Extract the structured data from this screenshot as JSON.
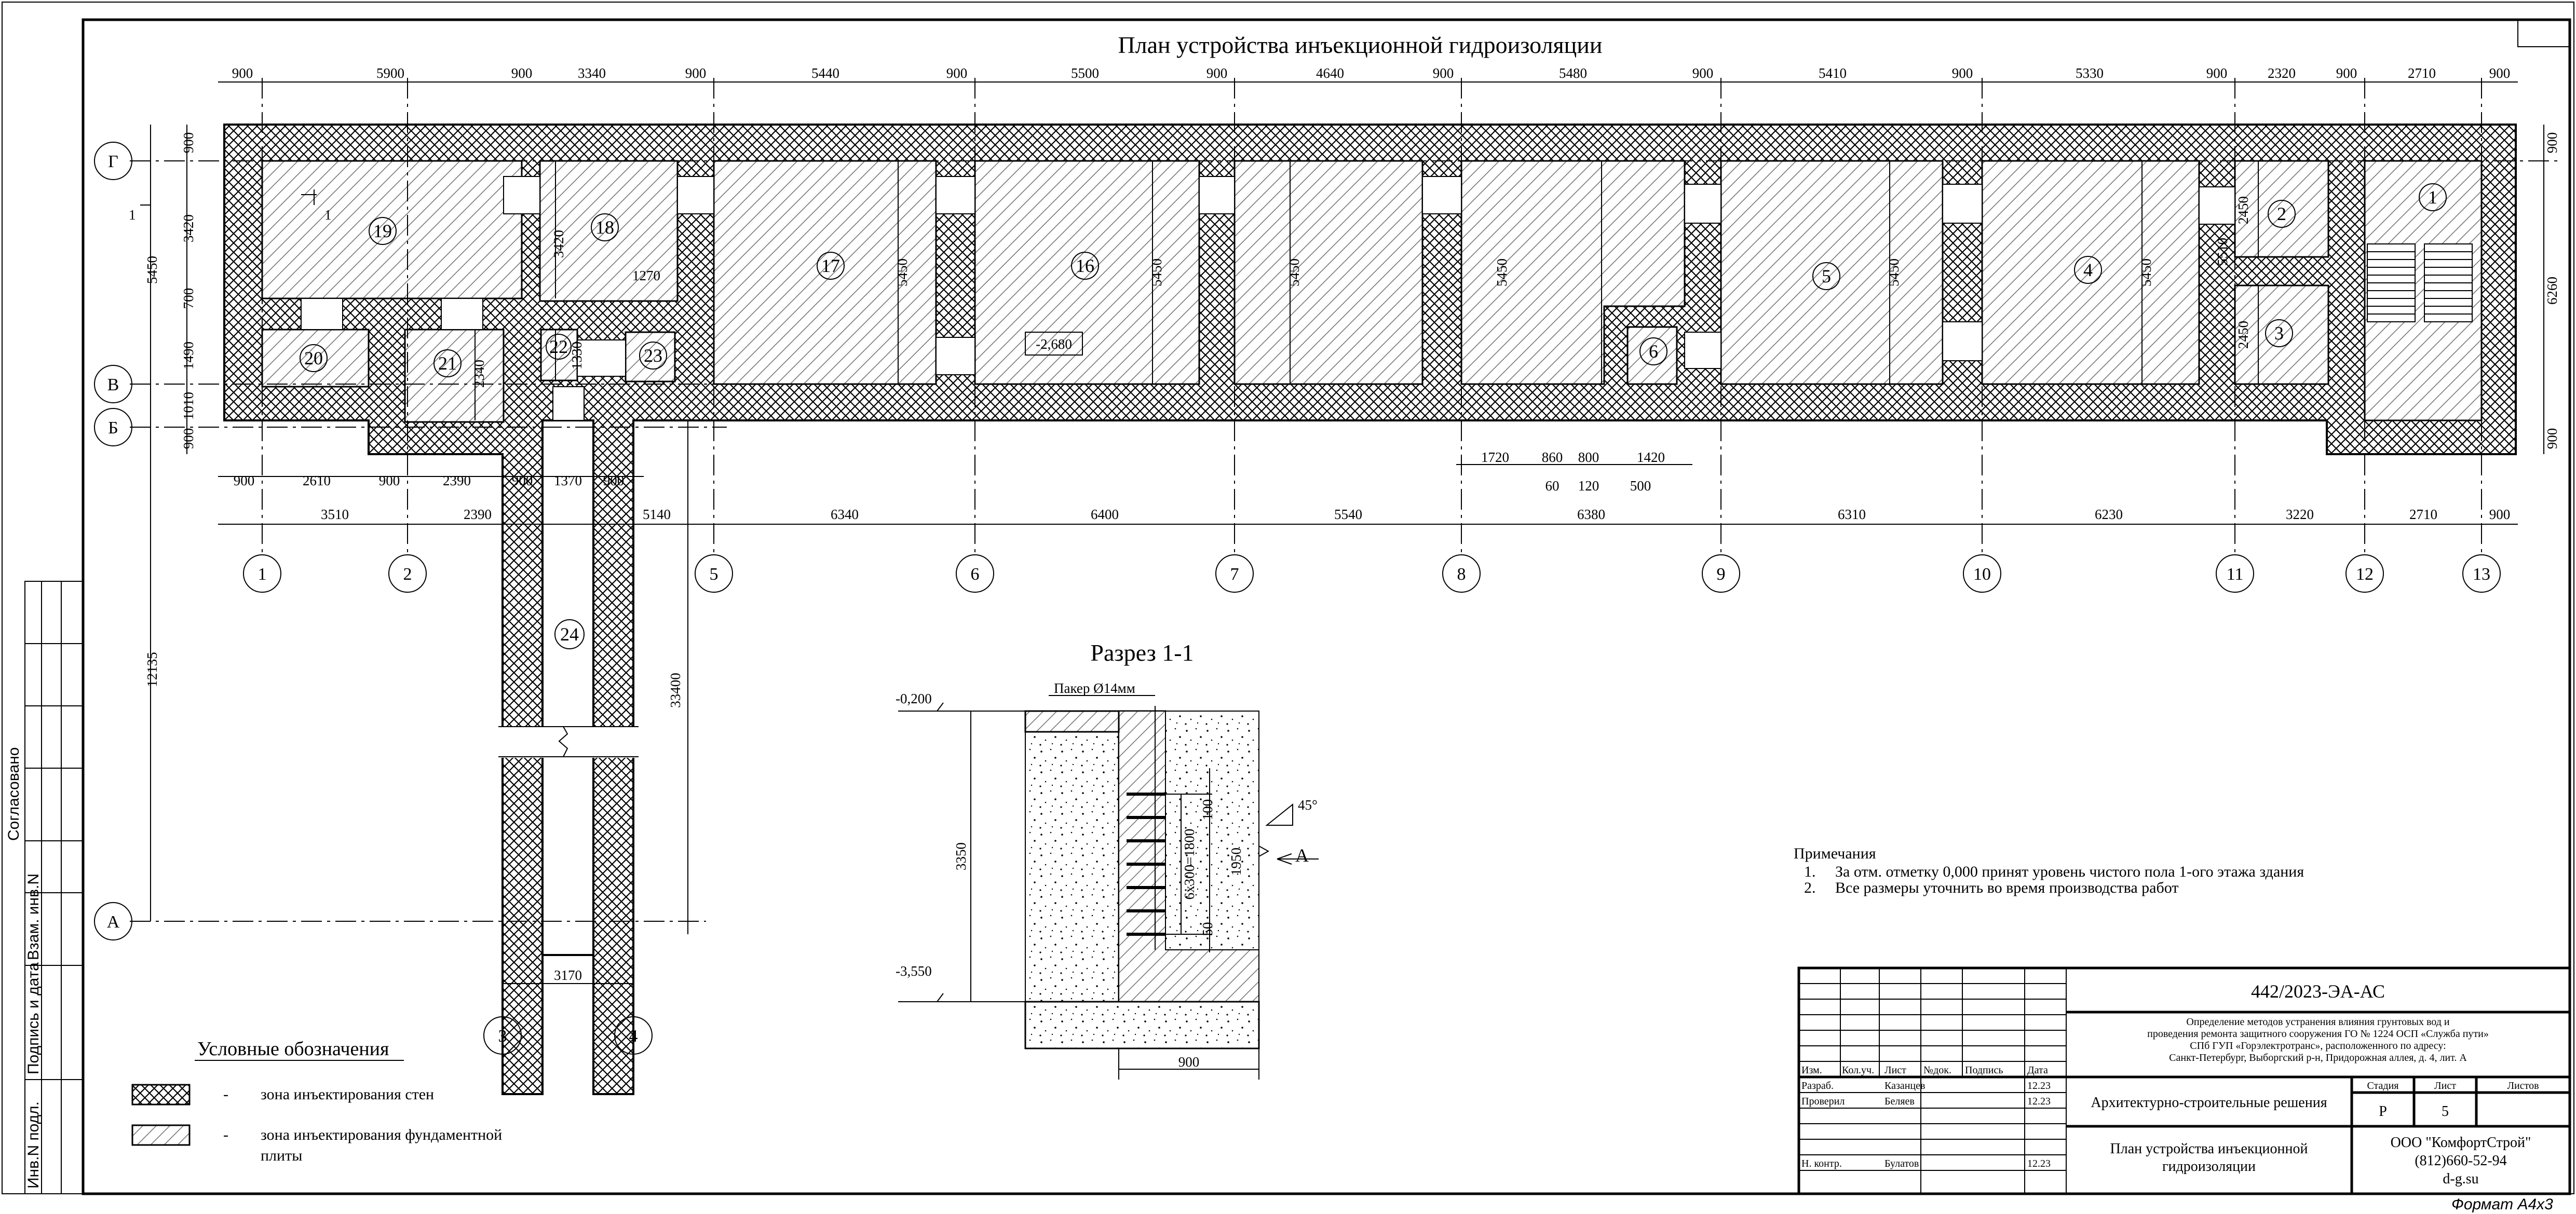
{
  "title": "План устройства инъекционной гидроизоляции",
  "top_dims": [
    "900",
    "5900",
    "900",
    "3340",
    "900",
    "5440",
    "900",
    "5500",
    "900",
    "4640",
    "900",
    "5480",
    "900",
    "5410",
    "900",
    "5330",
    "900",
    "2320",
    "900",
    "2710",
    "900"
  ],
  "mid_dims": [
    "900",
    "2610",
    "900",
    "2390",
    "900",
    "1370",
    "900"
  ],
  "axis_dims": [
    "3510",
    "2390",
    "5140",
    "6340",
    "6400",
    "5540",
    "6380",
    "6310",
    "6230",
    "3220",
    "2710",
    "900"
  ],
  "notch_dims": [
    "1720",
    "860",
    "800",
    "1420",
    "60",
    "120",
    "500"
  ],
  "left_dims": [
    "900",
    "3420",
    "5450",
    "700",
    "1490",
    "1010",
    "900",
    "12135"
  ],
  "right_dims": [
    "900",
    "6260",
    "900"
  ],
  "inner_dims": {
    "d3420": "3420",
    "d1270": "1270",
    "d5450": "5450",
    "d2340": "2340",
    "d1330": "1330",
    "d2450a": "2450",
    "d5510": "5510",
    "d2450b": "2450",
    "d33400": "33400",
    "d3170": "3170"
  },
  "axes_bottom": [
    "1",
    "2",
    "5",
    "6",
    "7",
    "8",
    "9",
    "10",
    "11",
    "12",
    "13"
  ],
  "axes_left": [
    "Г",
    "В",
    "Б",
    "А"
  ],
  "axes_extra": [
    "3",
    "4"
  ],
  "rooms": [
    "1",
    "2",
    "3",
    "4",
    "5",
    "6",
    "16",
    "17",
    "18",
    "19",
    "20",
    "21",
    "22",
    "23",
    "24"
  ],
  "elevation_label": "-2,680",
  "section_marker": "1",
  "section": {
    "title": "Разрез 1-1",
    "packer": "Пакер Ø14мм",
    "level_top": "-0,200",
    "level_bottom": "-3,550",
    "height": "3350",
    "spacing": "6х300=1800",
    "d100": "100",
    "d50": "50",
    "d1950": "1950",
    "width": "900",
    "view": "А",
    "angle": "45°"
  },
  "legend": {
    "title": "Условные обозначения",
    "items": [
      {
        "dash": "-",
        "label_line1": "зона инъектирования стен",
        "label_line2": ""
      },
      {
        "dash": "-",
        "label_line1": "зона инъектирования фундаментной",
        "label_line2": "плиты"
      }
    ]
  },
  "notes": {
    "heading": "Примечания",
    "items": [
      {
        "num": "1.",
        "text": "За отм. отметку 0,000 принят уровень чистого пола 1-ого этажа здания"
      },
      {
        "num": "2.",
        "text": "Все размеры уточнить во время производства работ"
      }
    ]
  },
  "stamp": {
    "code": "442/2023-ЭА-АС",
    "desc_lines": [
      "Определение методов устранения влияния грунтовых вод и",
      "проведения ремонта защитного сооружения ГО № 1224 ОСП «Служба пути»",
      "СПб ГУП «Горэлектротранс», расположенного по адресу:",
      "Санкт-Петербург, Выборгский р-н, Придорожная аллея, д. 4, лит. А"
    ],
    "col_headers": [
      "Изм.",
      "Кол.уч.",
      "Лист",
      "№док.",
      "Подпись",
      "Дата"
    ],
    "rows": [
      {
        "role": "Разраб.",
        "name": "Казанцев",
        "date": "12.23"
      },
      {
        "role": "Проверил",
        "name": "Беляев",
        "date": "12.23"
      },
      {
        "role": "Н. контр.",
        "name": "Булатов",
        "date": "12.23"
      }
    ],
    "section_name": "Архитектурно-строительные решения",
    "stage_header": "Стадия",
    "sheet_header": "Лист",
    "sheets_header": "Листов",
    "stage": "Р",
    "sheet": "5",
    "sheets": "",
    "drawing_title_line1": "План устройства инъекционной",
    "drawing_title_line2": "гидроизоляции",
    "company": "ООО \"КомфортСтрой\"",
    "phone": "(812)660-52-94",
    "site": "d-g.su"
  },
  "side_stamp": [
    "Согласовано",
    "Взам. инв.N",
    "Подпись и дата",
    "Инв.N подл."
  ],
  "format": "Формат  А4х3"
}
